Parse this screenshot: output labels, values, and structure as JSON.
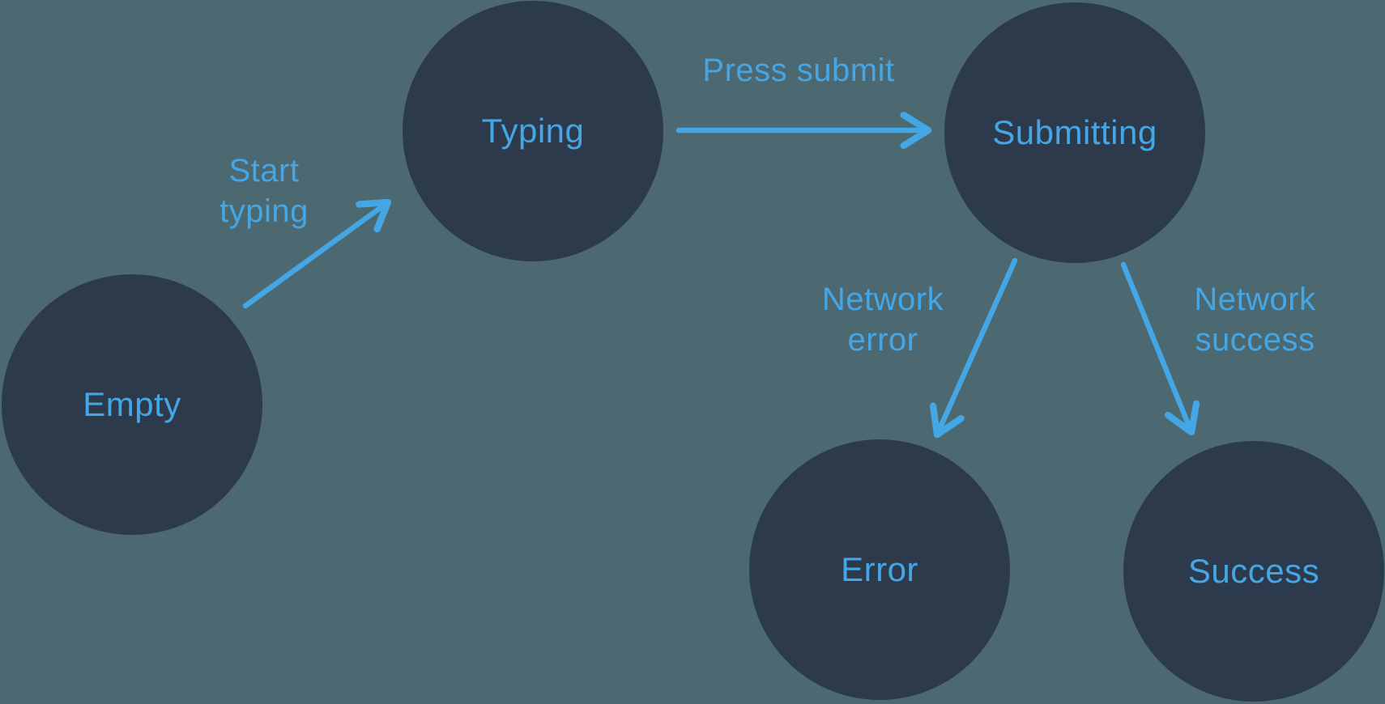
{
  "diagram": {
    "type": "state-machine",
    "colors": {
      "background": "#4C6871",
      "node_fill": "#2D3A4B",
      "accent": "#45A6E6"
    },
    "nodes": [
      {
        "id": "empty",
        "label": "Empty"
      },
      {
        "id": "typing",
        "label": "Typing"
      },
      {
        "id": "submitting",
        "label": "Submitting"
      },
      {
        "id": "error",
        "label": "Error"
      },
      {
        "id": "success",
        "label": "Success"
      }
    ],
    "edges": [
      {
        "from": "empty",
        "to": "typing",
        "label": "Start typing"
      },
      {
        "from": "typing",
        "to": "submitting",
        "label": "Press submit"
      },
      {
        "from": "submitting",
        "to": "error",
        "label": "Network error"
      },
      {
        "from": "submitting",
        "to": "success",
        "label": "Network success"
      }
    ]
  }
}
